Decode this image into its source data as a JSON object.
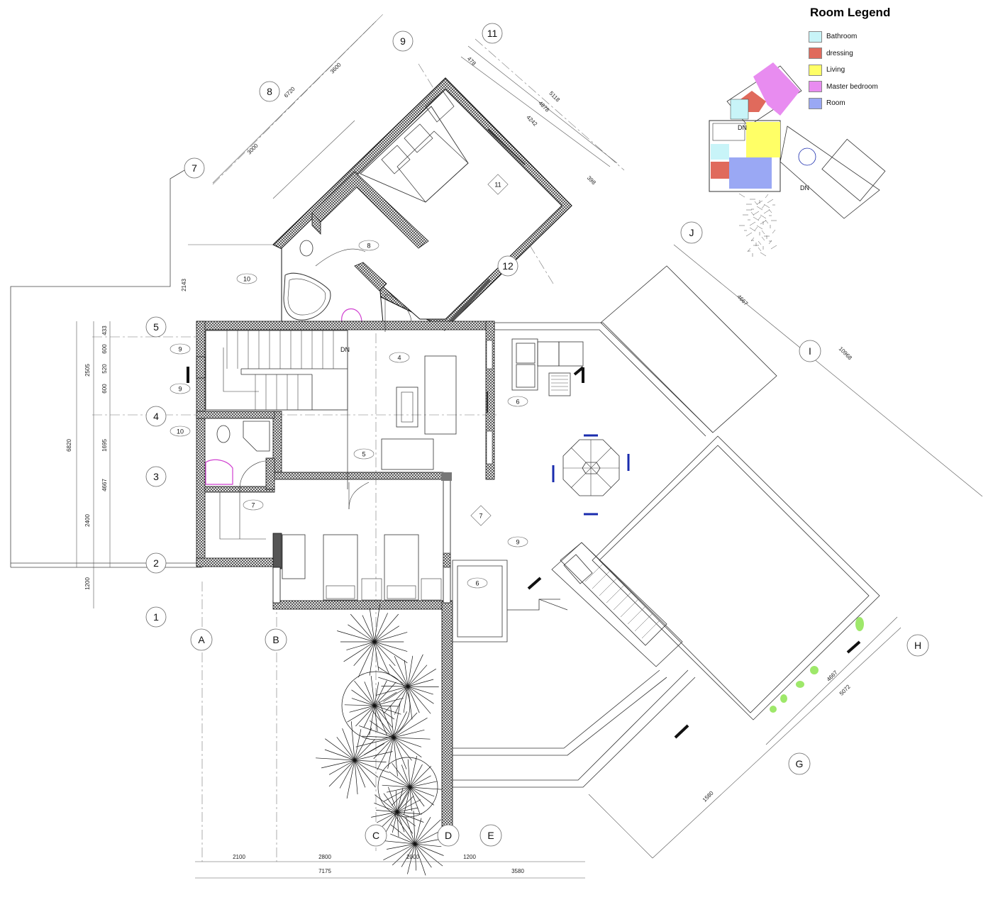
{
  "legend": {
    "title": "Room Legend",
    "items": [
      {
        "label": "Bathroom",
        "color": "#c8f4f8"
      },
      {
        "label": "dressing",
        "color": "#e06a5c"
      },
      {
        "label": "Living",
        "color": "#ffff66"
      },
      {
        "label": "Master bedroom",
        "color": "#e88cf0"
      },
      {
        "label": "Room",
        "color": "#9aa8f4"
      }
    ]
  },
  "grid_markers": {
    "numbers": [
      "1",
      "2",
      "3",
      "4",
      "5",
      "7",
      "8",
      "9",
      "11",
      "12"
    ],
    "letters": [
      "A",
      "B",
      "C",
      "D",
      "E",
      "G",
      "H",
      "I",
      "J"
    ]
  },
  "room_tags": [
    "4",
    "5",
    "6",
    "7",
    "8",
    "9",
    "9",
    "9",
    "10",
    "10",
    "11",
    "6",
    "7"
  ],
  "dimensions": {
    "left": [
      "433",
      "600",
      "520",
      "600",
      "2505",
      "1695",
      "6820",
      "4667",
      "2400",
      "1200",
      "2143"
    ],
    "bottom": [
      "2100",
      "2800",
      "2000",
      "1200",
      "7175",
      "3580"
    ],
    "upper": [
      "3600",
      "6720",
      "3000",
      "478",
      "5118",
      "4878",
      "4242",
      "398"
    ],
    "right": [
      "4667",
      "10968",
      "4667",
      "5072",
      "1580"
    ]
  },
  "labels": {
    "dn1": "DN",
    "dn2": "DN",
    "dn3": "DN"
  }
}
